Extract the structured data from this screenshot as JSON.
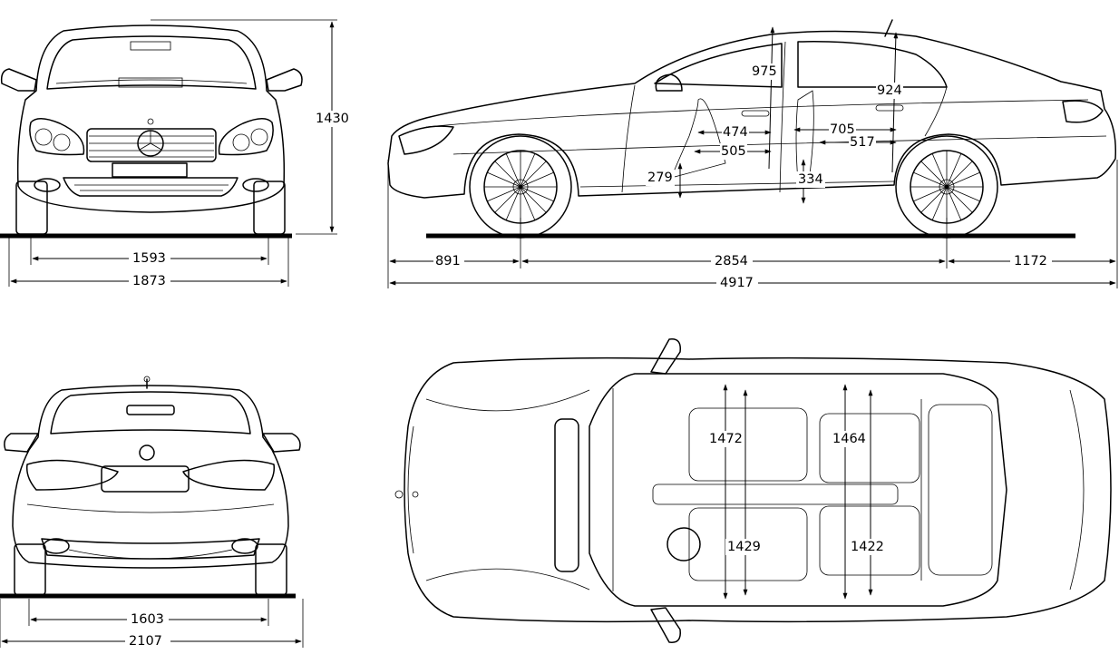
{
  "dimensions": {
    "front_height": "1430",
    "front_track": "1593",
    "front_width": "1873",
    "overhang_front": "891",
    "wheelbase": "2854",
    "overhang_rear": "1172",
    "overall_length": "4917",
    "front_headroom": "975",
    "rear_headroom": "924",
    "front_legroom_a": "474",
    "front_legroom_b": "505",
    "rear_legroom_a": "705",
    "rear_legroom_b": "517",
    "front_seat_height": "279",
    "rear_seat_height": "334",
    "rear_track": "1603",
    "width_with_mirrors": "2107",
    "front_shoulder": "1472",
    "front_elbow": "1429",
    "rear_shoulder": "1464",
    "rear_elbow": "1422"
  }
}
